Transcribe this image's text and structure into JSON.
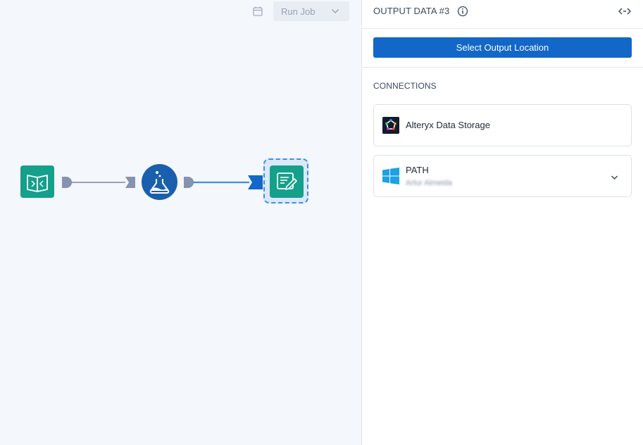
{
  "toolbar": {
    "calendar_icon": "calendar-icon",
    "run_job_label": "Run Job",
    "run_job_chevron": "chevron-down-icon"
  },
  "canvas": {
    "nodes": [
      {
        "name": "input-data",
        "icon": "book-icon",
        "color": "#14a08a"
      },
      {
        "name": "lab",
        "icon": "flask-icon",
        "color": "#1a5fad"
      },
      {
        "name": "output-data",
        "icon": "notepad-pencil-icon",
        "color": "#14a08a",
        "selected": true
      }
    ]
  },
  "panel": {
    "title": "OUTPUT DATA #3",
    "info_icon": "info-icon",
    "expand_icon": "expand-horizontal-icon",
    "select_output_label": "Select Output Location",
    "connections_label": "CONNECTIONS",
    "connections": [
      {
        "label": "Alteryx Data Storage",
        "icon": "alteryx-logo-icon"
      },
      {
        "label": "PATH",
        "sublabel": "Artur Almeida",
        "icon": "windows-logo-icon",
        "chevron": "chevron-down-icon"
      }
    ]
  },
  "colors": {
    "accent": "#1267c8",
    "teal": "#14a08a",
    "node_blue": "#1a5fad",
    "canvas_bg": "#f4f7fb",
    "connector_gray": "#8792b0",
    "connector_active": "#3b8fe6"
  }
}
